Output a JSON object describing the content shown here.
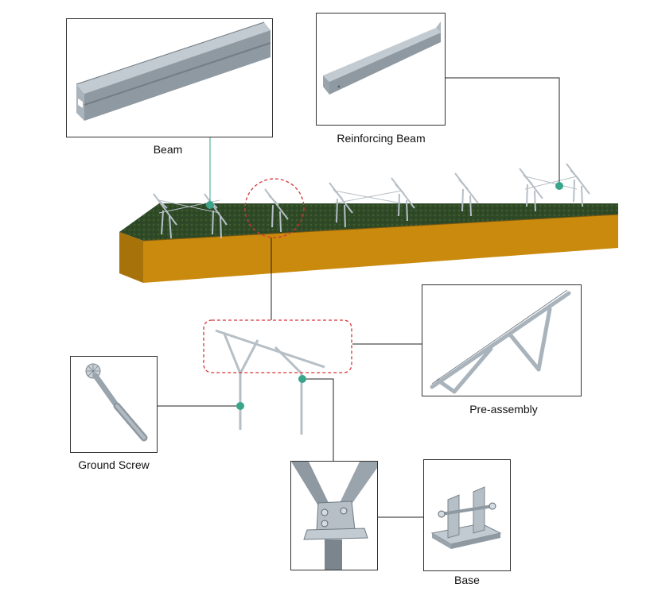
{
  "labels": {
    "beam": "Beam",
    "reinforcing_beam": "Reinforcing Beam",
    "pre_assembly": "Pre-assembly",
    "ground_screw": "Ground Screw",
    "base": "Base"
  },
  "colors": {
    "ground_top": "#2f4a27",
    "ground_front": "#c98a0e",
    "ground_side": "#a8720b",
    "metal": "#a9b3bb",
    "metal_dark": "#7b858d",
    "callout_dot": "#3aa58b",
    "highlight": "#d8343a",
    "leader_line": "#222222"
  }
}
